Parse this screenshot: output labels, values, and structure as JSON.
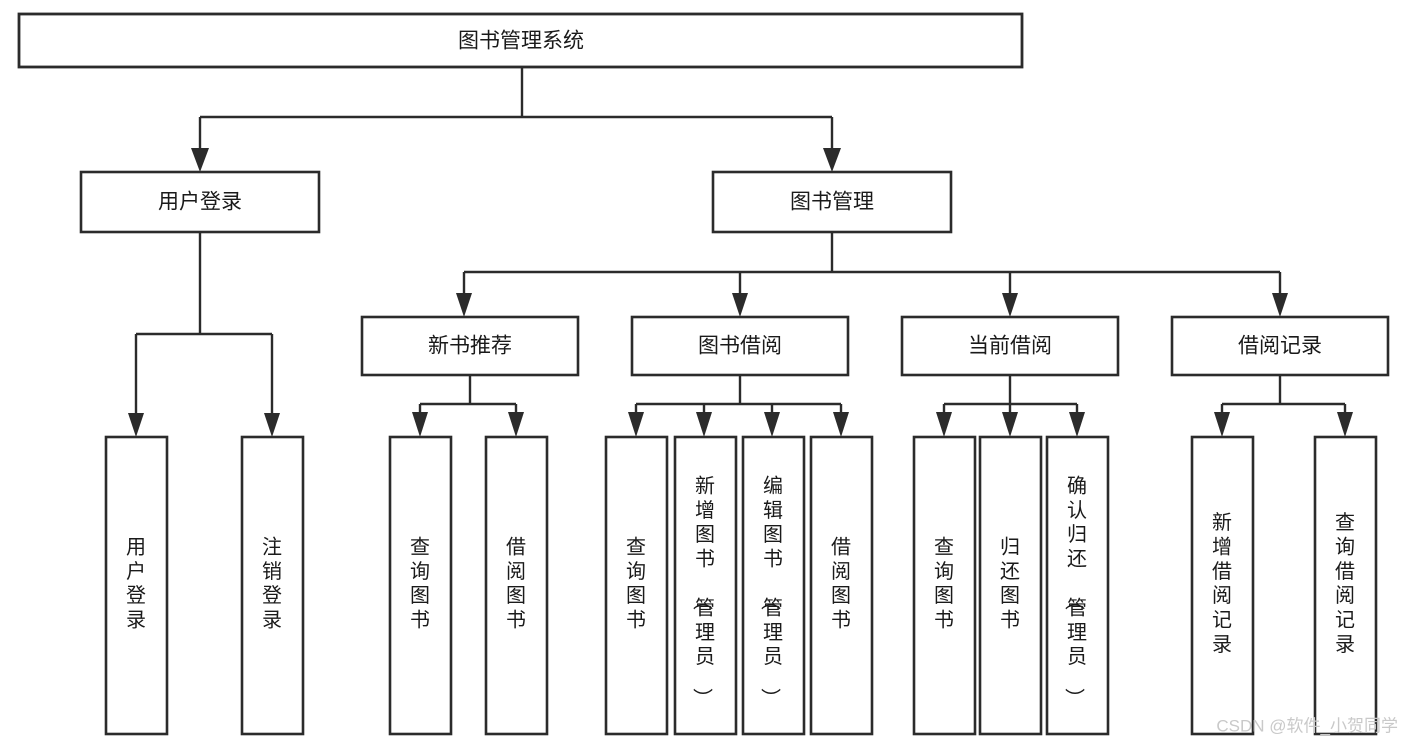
{
  "diagram": {
    "title": "图书管理系统",
    "type": "tree-hierarchy-diagram",
    "colors": {
      "stroke": "#2b2b2b",
      "box_fill": "#ffffff",
      "text": "#1a1a1a",
      "background": "#ffffff",
      "watermark": "#c9c9c9"
    },
    "root": {
      "id": "root",
      "label": "图书管理系统"
    },
    "level2": [
      {
        "id": "user-login",
        "label": "用户登录"
      },
      {
        "id": "book-manage",
        "label": "图书管理"
      }
    ],
    "level3": [
      {
        "id": "new-book-recommend",
        "label": "新书推荐",
        "parent": "book-manage"
      },
      {
        "id": "book-borrow",
        "label": "图书借阅",
        "parent": "book-manage"
      },
      {
        "id": "current-borrow",
        "label": "当前借阅",
        "parent": "book-manage"
      },
      {
        "id": "borrow-record",
        "label": "借阅记录",
        "parent": "book-manage"
      }
    ],
    "leaves": {
      "user-login": [
        {
          "id": "leaf-user-login",
          "label": "用户登录"
        },
        {
          "id": "leaf-logout-login",
          "label": "注销登录"
        }
      ],
      "new-book-recommend": [
        {
          "id": "leaf-query-book-1",
          "label": "查询图书"
        },
        {
          "id": "leaf-borrow-book-1",
          "label": "借阅图书"
        }
      ],
      "book-borrow": [
        {
          "id": "leaf-query-book-2",
          "label": "查询图书"
        },
        {
          "id": "leaf-add-book-admin",
          "label": "新增图书（管理员）"
        },
        {
          "id": "leaf-edit-book-admin",
          "label": "编辑图书（管理员）"
        },
        {
          "id": "leaf-borrow-book-2",
          "label": "借阅图书"
        }
      ],
      "current-borrow": [
        {
          "id": "leaf-query-book-3",
          "label": "查询图书"
        },
        {
          "id": "leaf-return-book",
          "label": "归还图书"
        },
        {
          "id": "leaf-confirm-return-admin",
          "label": "确认归还（管理员）"
        }
      ],
      "borrow-record": [
        {
          "id": "leaf-add-borrow-record",
          "label": "新增借阅记录"
        },
        {
          "id": "leaf-query-borrow-record",
          "label": "查询借阅记录"
        }
      ]
    },
    "watermark": "CSDN @软件_小贺同学"
  }
}
